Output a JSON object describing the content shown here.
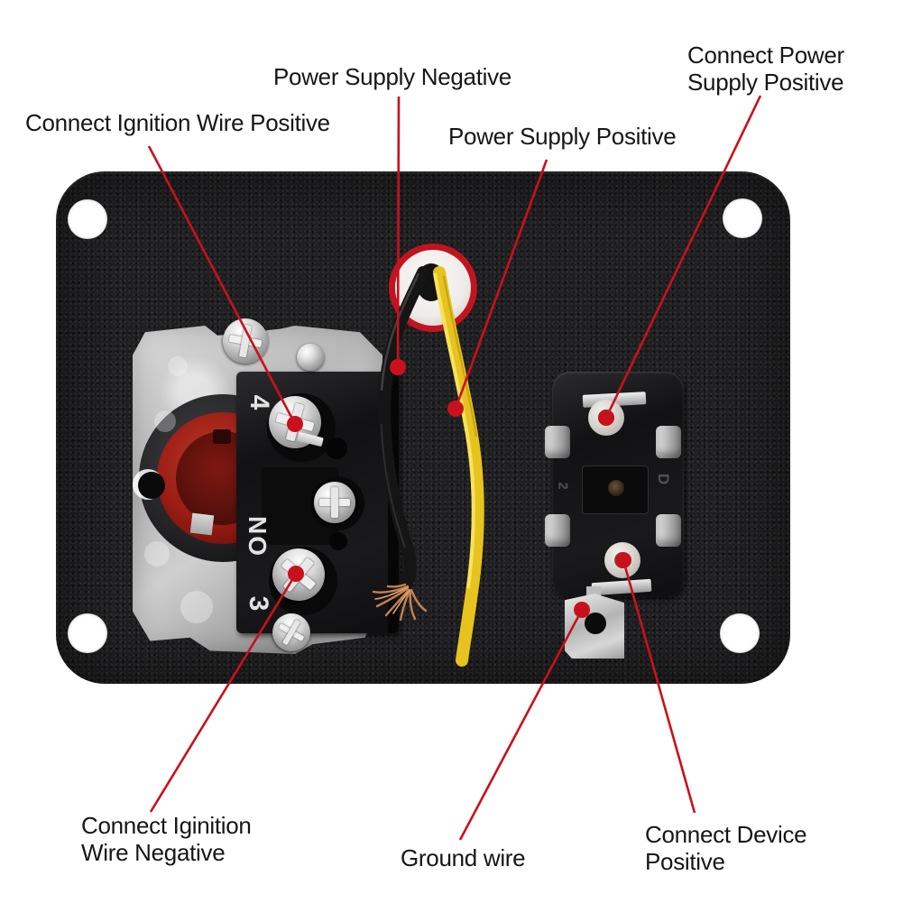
{
  "figure": {
    "background_color": "#ffffff",
    "accent_color": "#c9111c",
    "panel_color": "#1f1f21",
    "wire_colors": {
      "negative": "#151515",
      "positive": "#e6c31e"
    }
  },
  "labels": {
    "ignition_wire_positive": "Connect Ignition Wire Positive",
    "power_supply_negative": "Power Supply Negative",
    "power_supply_positive": "Power Supply Positive",
    "connect_power_supply_positive": "Connect Power\nSupply Positive",
    "connect_iginition_wire_negative": "Connect Iginition\nWire Negative",
    "ground_wire": "Ground wire",
    "connect_device_positive": "Connect Device\nPositive"
  },
  "left_switch": {
    "terminal_labels": [
      "4",
      "NO",
      "3"
    ]
  },
  "right_switch": {
    "markings": [
      "2",
      "D"
    ]
  }
}
